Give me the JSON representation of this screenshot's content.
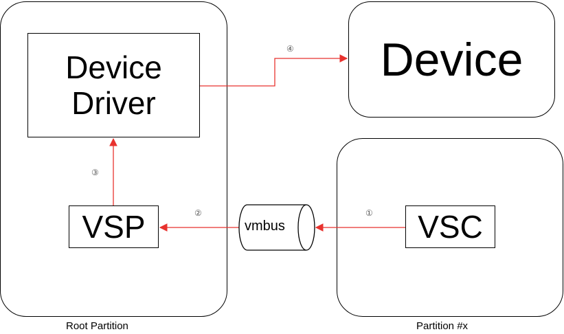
{
  "root_partition": {
    "label": "Root Partition"
  },
  "device_driver": {
    "line1": "Device",
    "line2": "Driver"
  },
  "vsp": {
    "label": "VSP"
  },
  "vmbus": {
    "label": "vmbus"
  },
  "device": {
    "label": "Device"
  },
  "partition_x": {
    "label": "Partition #x"
  },
  "vsc": {
    "label": "VSC"
  },
  "steps": {
    "s1": "①",
    "s2": "②",
    "s3": "③",
    "s4": "④"
  },
  "colors": {
    "arrow": "#e8322e",
    "stroke": "#000000",
    "step_text": "#555555"
  }
}
